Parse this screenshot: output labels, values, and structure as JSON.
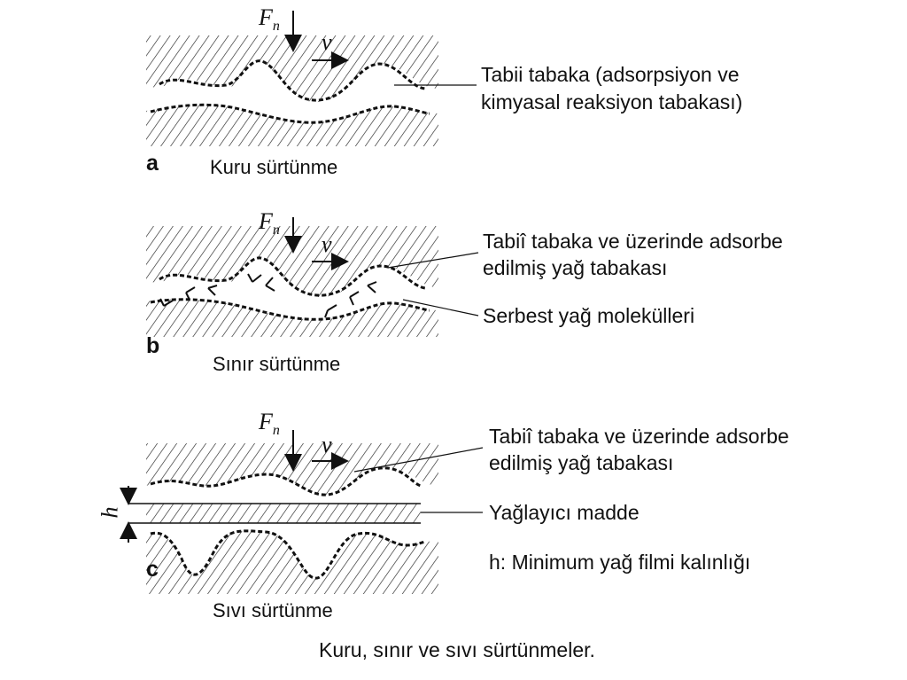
{
  "symbols": {
    "force": "F",
    "force_sub": "n",
    "velocity": "v",
    "thickness": "h"
  },
  "panel_a": {
    "letter": "a",
    "subtitle": "Kuru sürtünme",
    "label_1_line1": "Tabii tabaka (adsorpsiyon ve",
    "label_1_line2": "kimyasal reaksiyon tabakası)"
  },
  "panel_b": {
    "letter": "b",
    "subtitle": "Sınır sürtünme",
    "label_1_line1": "Tabiî tabaka ve üzerinde adsorbe",
    "label_1_line2": "edilmiş yağ tabakası",
    "label_2": "Serbest yağ molekülleri"
  },
  "panel_c": {
    "letter": "c",
    "subtitle": "Sıvı sürtünme",
    "label_1_line1": "Tabiî tabaka ve üzerinde adsorbe",
    "label_1_line2": "edilmiş yağ tabakası",
    "label_2": "Yağlayıcı madde",
    "label_3": "h: Minimum yağ filmi kalınlığı"
  },
  "caption": "Kuru, sınır ve sıvı sürtünmeler.",
  "colors": {
    "ink": "#111111",
    "background": "#ffffff"
  }
}
